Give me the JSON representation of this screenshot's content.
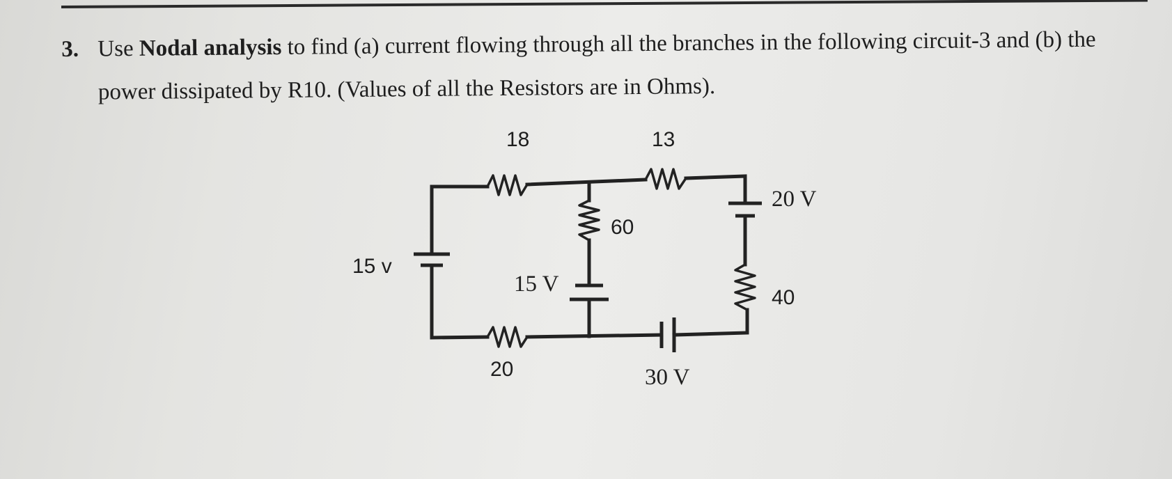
{
  "question": {
    "number": "3.",
    "bold_phrase": "Nodal analysis",
    "text_before": "Use ",
    "text_after": " to find (a) current flowing through all the branches in the following circuit-3 and (b) the power dissipated by R10. (Values of all the Resistors are in Ohms)."
  },
  "circuit": {
    "resistors": {
      "top_left": "18",
      "top_right": "13",
      "middle": "60",
      "right": "40",
      "bottom_left": "20"
    },
    "sources": {
      "left": "15 v",
      "middle": "15 V",
      "top_right": "20 V",
      "bottom": "30 V"
    }
  }
}
